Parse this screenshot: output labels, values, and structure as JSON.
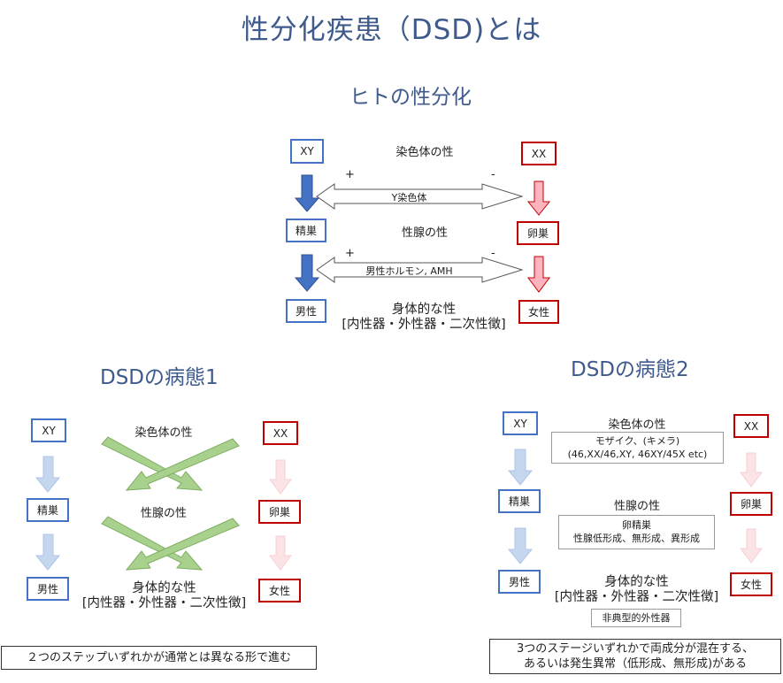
{
  "title": "性分化疾患（DSD)とは",
  "normal": {
    "heading": "ヒトの性分化",
    "left_boxes": [
      "XY",
      "精巣",
      "男性"
    ],
    "right_boxes": [
      "XX",
      "卵巣",
      "女性"
    ],
    "chromosome_label": "染色体の性",
    "gonad_label": "性腺の性",
    "body_label_1": "身体的な性",
    "body_label_2": "[内性器・外性器・二次性徴]",
    "arrow1_text": "Y染色体",
    "arrow2_text": "男性ホルモン, AMH",
    "plus": "+",
    "minus": "-"
  },
  "dsd1": {
    "heading": "DSDの病態1",
    "left_boxes": [
      "XY",
      "精巣",
      "男性"
    ],
    "right_boxes": [
      "XX",
      "卵巣",
      "女性"
    ],
    "chromosome_label": "染色体の性",
    "gonad_label": "性腺の性",
    "body_label_1": "身体的な性",
    "body_label_2": "[内性器・外性器・二次性徴]",
    "note": "２つのステップいずれかが通常とは異なる形で進む"
  },
  "dsd2": {
    "heading": "DSDの病態2",
    "left_boxes": [
      "XY",
      "精巣",
      "男性"
    ],
    "right_boxes": [
      "XX",
      "卵巣",
      "女性"
    ],
    "chromosome_label": "染色体の性",
    "chromosome_detail_1": "モザイク、(キメラ)",
    "chromosome_detail_2": "(46,XX/46,XY, 46XY/45X etc)",
    "gonad_label": "性腺の性",
    "gonad_detail_1": "卵精巣",
    "gonad_detail_2": "性腺低形成、無形成、異形成",
    "body_label_1": "身体的な性",
    "body_label_2": "[内性器・外性器・二次性徴]",
    "body_detail": "非典型的外性器",
    "note_1": "3つのステージいずれかで両成分が混在する、",
    "note_2": "あるいは発生異常（低形成、無形成)がある"
  },
  "colors": {
    "title": "#3f5a8c",
    "male_blue": "#4472c4",
    "female_red": "#c00000",
    "arrow_blue": "#4472c4",
    "arrow_pink": "#ffb3be",
    "arrow_green": "#a9d18e",
    "faded_blue": "#c5d6ef",
    "faded_pink": "#fbe3e6"
  }
}
